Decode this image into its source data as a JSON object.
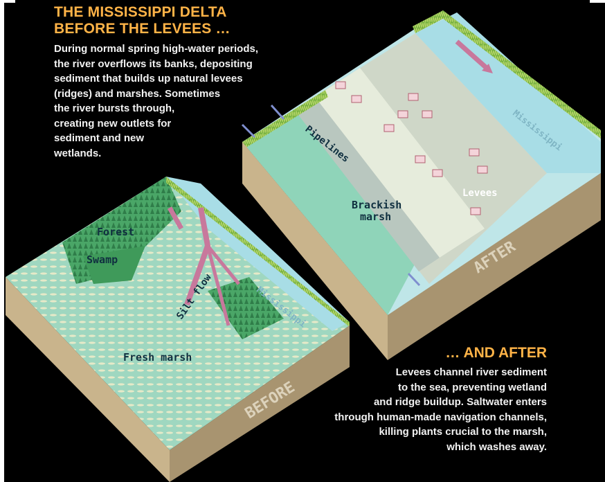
{
  "before": {
    "title_lines": [
      "THE MISSISSIPPI DELTA",
      "BEFORE THE LEVEES …"
    ],
    "description_lines": [
      "During normal spring high-water periods,",
      "the river overflows its banks, depositing",
      "sediment that builds up natural levees",
      "(ridges) and marshes. Sometimes",
      "the river bursts through,",
      "creating new outlets for",
      "sediment and new",
      "wetlands."
    ],
    "labels": {
      "forest": "Forest",
      "swamp": "Swamp",
      "silt_flow": "Silt flow",
      "river": "Mississippi",
      "fresh_marsh": "Fresh marsh",
      "block_label": "BEFORE"
    }
  },
  "after": {
    "title": "… AND AFTER",
    "description_lines": [
      "Levees channel river sediment",
      "to the sea, preventing wetland",
      "and ridge buildup. Saltwater enters",
      "through human-made navigation channels,",
      "killing plants crucial to the marsh,",
      "which washes away."
    ],
    "labels": {
      "pipelines": "Pipelines",
      "levees": "Levees",
      "brackish_marsh_line1": "Brackish",
      "brackish_marsh_line2": "marsh",
      "river": "Mississippi",
      "block_label": "AFTER"
    }
  },
  "colors": {
    "title_accent": "#ffb347",
    "body_text": "#f2f2f2",
    "background": "#000000",
    "water": "#a8dde6",
    "marsh": "#8fd0b8",
    "forest": "#3f9a5a",
    "soil_side": "#c9b48c",
    "soil_front": "#a89470"
  }
}
